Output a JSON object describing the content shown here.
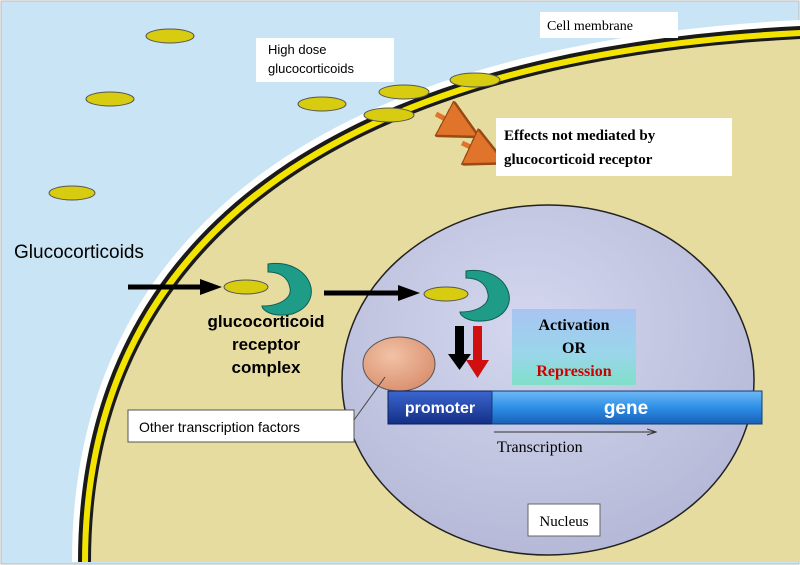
{
  "labels": {
    "cell_membrane": "Cell membrane",
    "high_dose_line1": "High dose",
    "high_dose_line2": "glucocorticoids",
    "effects_line1": "Effects not mediated by",
    "effects_line2": "glucocorticoid receptor",
    "glucocorticoids": "Glucocorticoids",
    "complex_line1": "glucocorticoid",
    "complex_line2": "receptor",
    "complex_line3": "complex",
    "activation": "Activation",
    "or": "OR",
    "repression": "Repression",
    "promoter": "promoter",
    "gene": "gene",
    "transcription": "Transcription",
    "other_tf": "Other transcription factors",
    "nucleus": "Nucleus"
  },
  "colors": {
    "extracellular": "#c9e4f4",
    "cytoplasm": "#e7dca0",
    "membrane": "#f2e400",
    "nucleus": "#c5c8e2",
    "glucocorticoid": "#d8cc10",
    "receptor": "#1f9c88",
    "transcription_factor": "#e8a888",
    "promoter": "#1a3fa6",
    "gene": "#2d8fe6",
    "orange_arrow": "#e0742a",
    "repression_text": "#cc0000",
    "red_arrow": "#d01010"
  }
}
